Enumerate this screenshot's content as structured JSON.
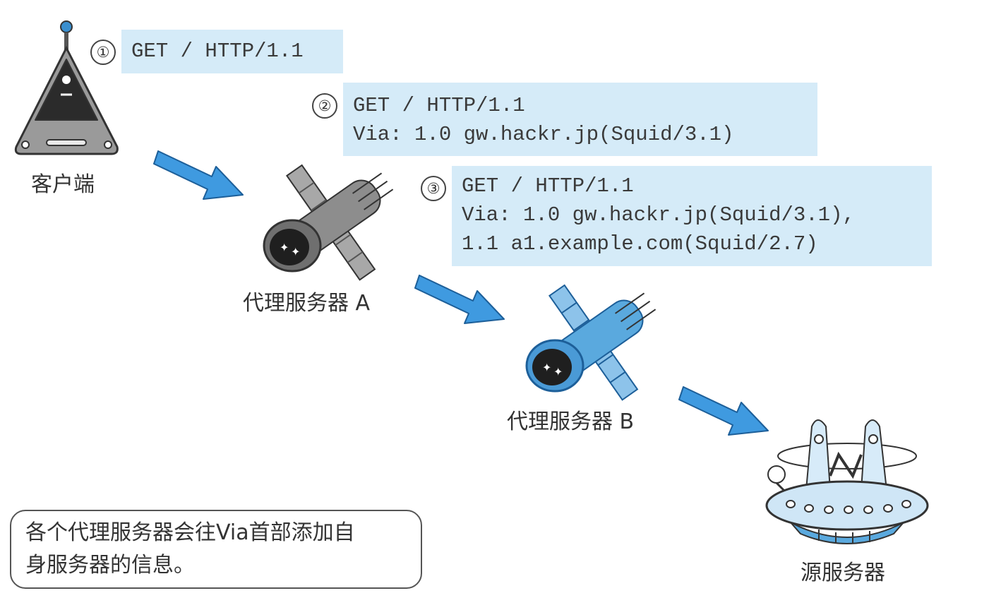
{
  "steps": [
    {
      "number": "①",
      "lines": [
        "GET / HTTP/1.1"
      ]
    },
    {
      "number": "②",
      "lines": [
        "GET / HTTP/1.1",
        "Via: 1.0 gw.hackr.jp(Squid/3.1)"
      ]
    },
    {
      "number": "③",
      "lines": [
        "GET / HTTP/1.1",
        "Via: 1.0 gw.hackr.jp(Squid/3.1),",
        "1.1 a1.example.com(Squid/2.7)"
      ]
    }
  ],
  "nodes": {
    "client": "客户端",
    "proxy_a": "代理服务器 A",
    "proxy_b": "代理服务器 B",
    "origin": "源服务器"
  },
  "note": {
    "lines": [
      "各个代理服务器会往Via首部添加自",
      "身服务器的信息。"
    ]
  },
  "colors": {
    "request_box": "#d5ebf8",
    "arrow": "#3f9ae0",
    "proxy_b_accent": "#5aa9de",
    "origin_accent": "#cfe6f6"
  },
  "icons": {
    "client": "triangle-device-icon",
    "proxy": "satellite-icon",
    "origin": "ufo-server-icon",
    "flow": "arrow-icon"
  }
}
